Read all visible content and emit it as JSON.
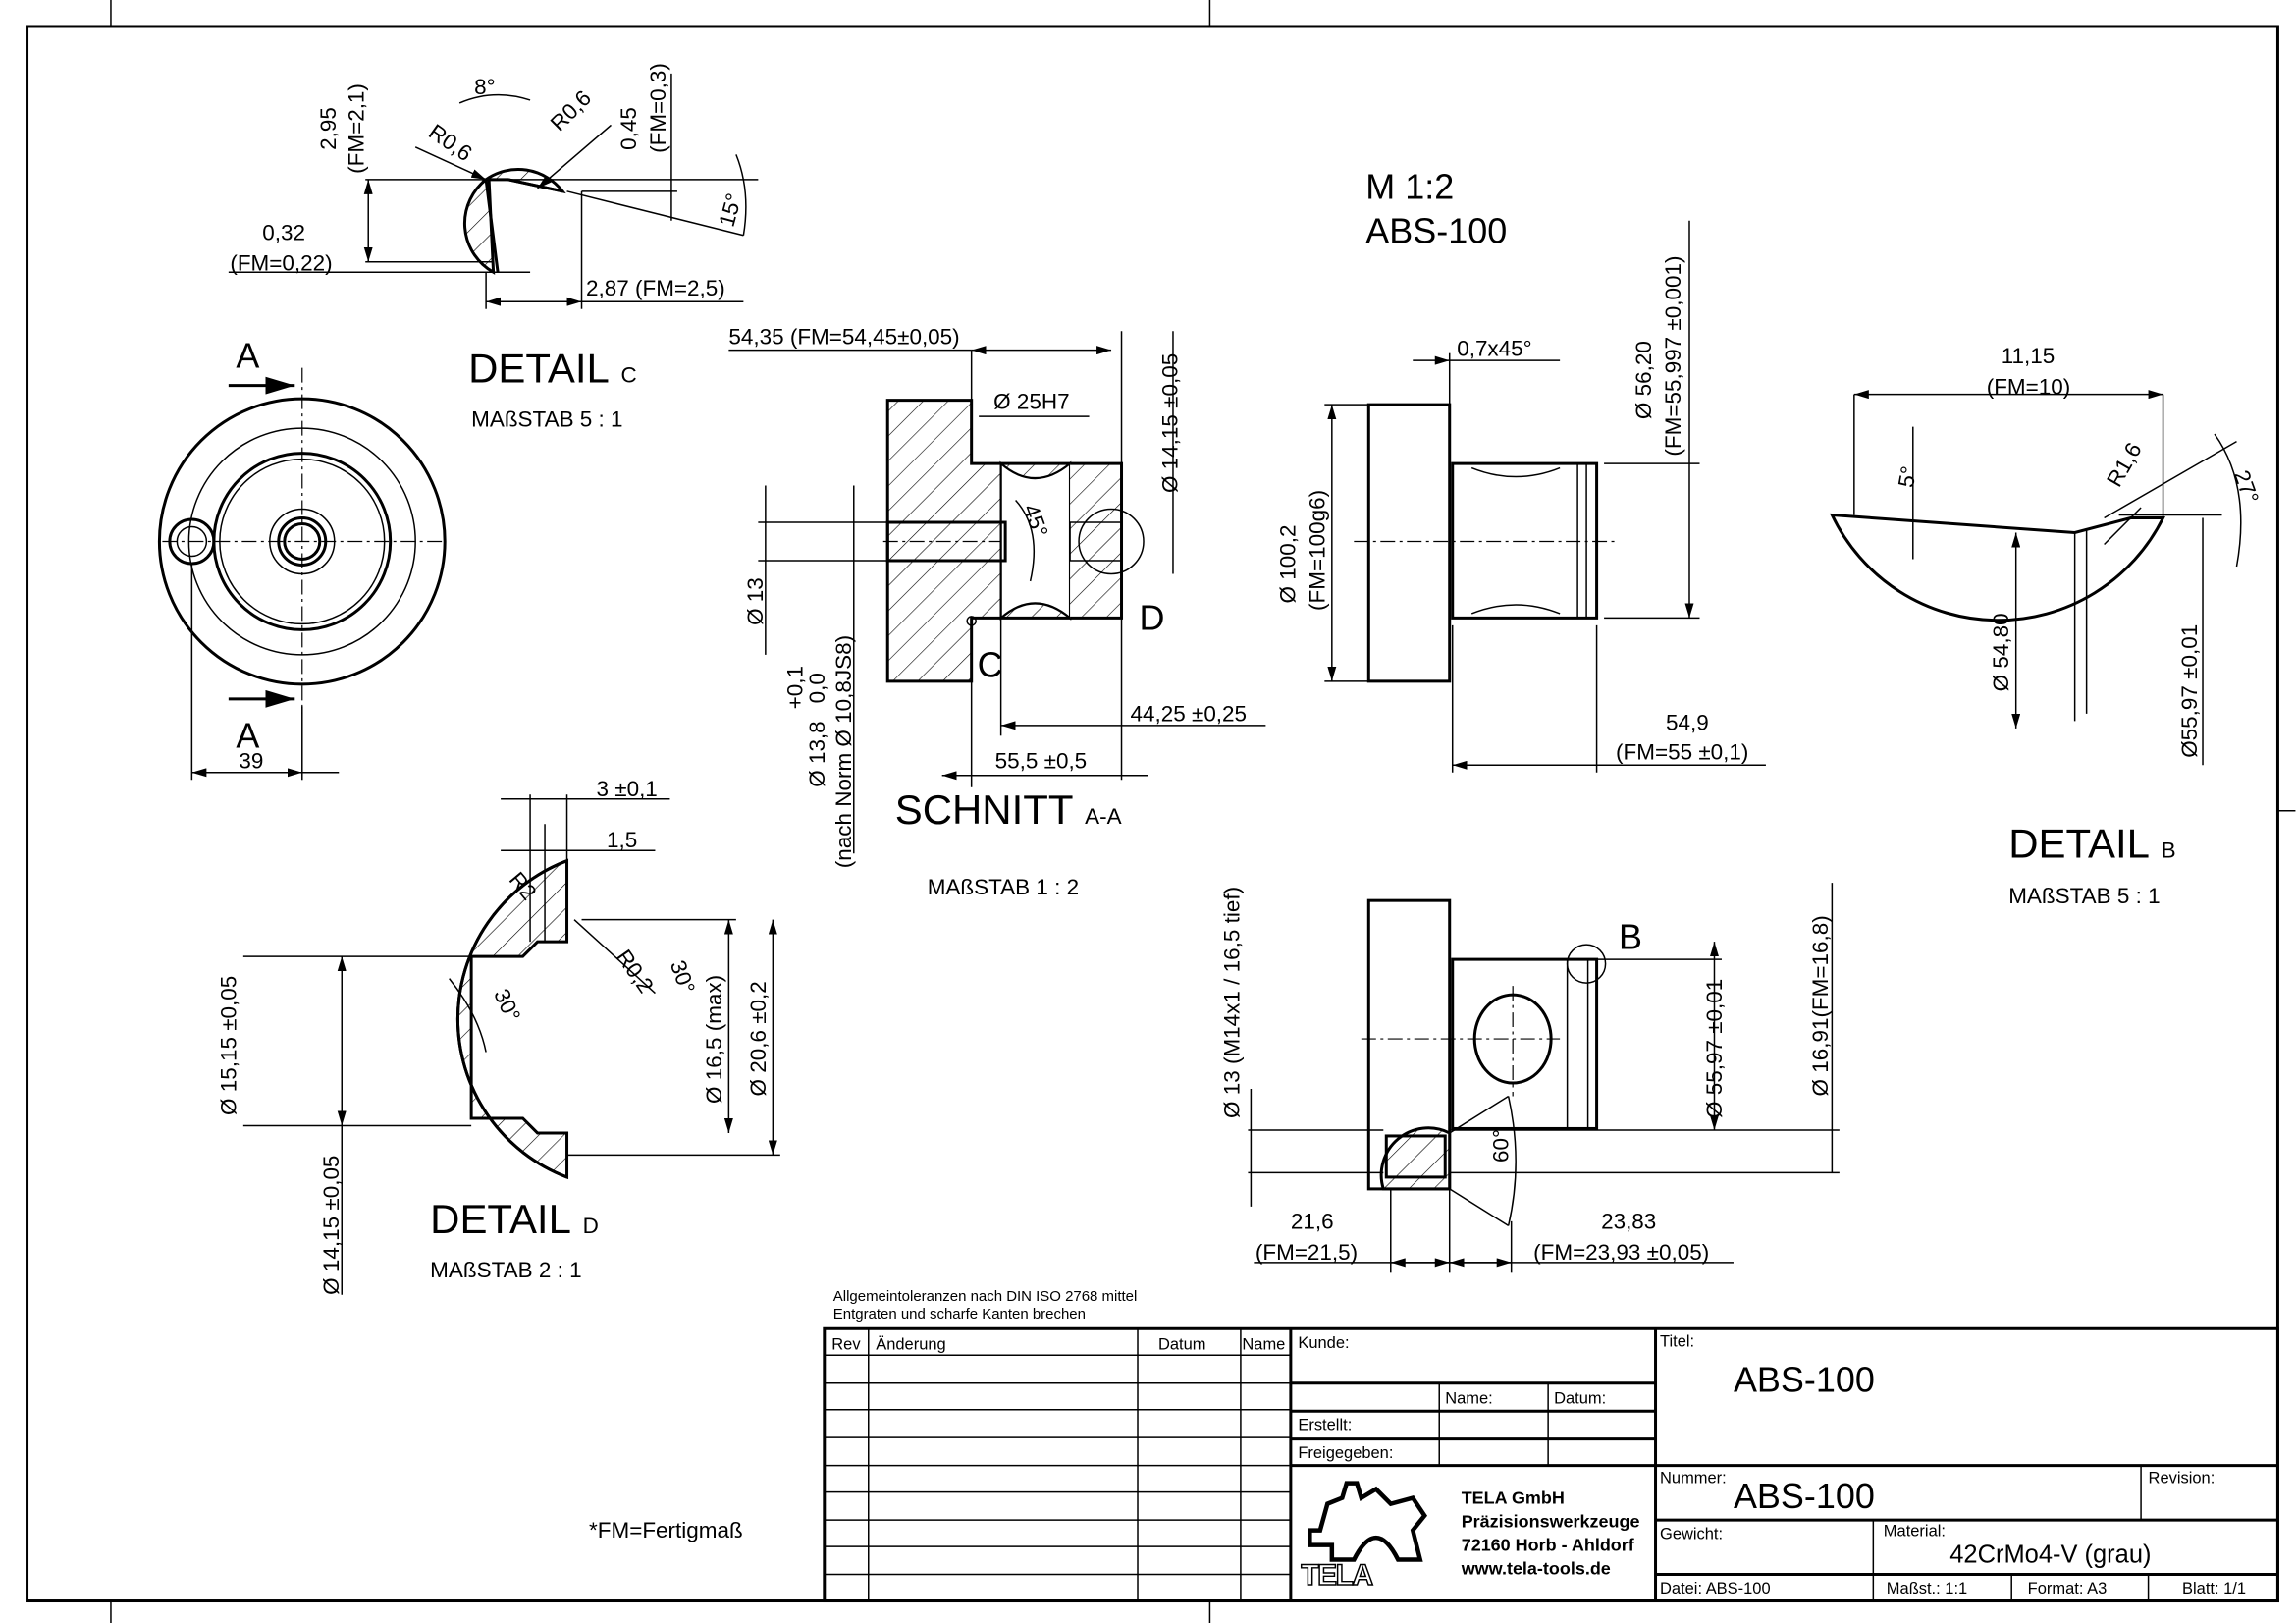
{
  "drawing": {
    "scale_note": "M 1:2",
    "part_label": "ABS-100",
    "footnote": "*FM=Fertigmaß",
    "general_notes": [
      "Allgemeintoleranzen nach DIN ISO 2768 mittel",
      "Entgraten und scharfe Kanten brechen"
    ]
  },
  "detail_c": {
    "title": "DETAIL",
    "letter": "C",
    "scale": "MAßSTAB  5 : 1",
    "dims": [
      "2,95",
      "(FM=2,1)",
      "8°",
      "R0,6",
      "R0,6",
      "0,45",
      "(FM=0,3)",
      "15°",
      "0,32",
      "(FM=0,22)",
      "2,87 (FM=2,5)"
    ]
  },
  "front_view": {
    "section_letter_top": "A",
    "section_letter_bottom": "A",
    "dim": "39"
  },
  "section_aa": {
    "title": "SCHNITT",
    "suffix": "A-A",
    "scale": "MAßSTAB  1 : 2",
    "dims": [
      "54,35 (FM=54,45±0,05)",
      "Ø 25H7",
      "Ø 14,15 ±0,05",
      "45°",
      "Ø 13",
      "Ø 13,8",
      "+0,1",
      "0,0",
      "(nach Norm Ø 10,8JS8)",
      "44,25 ±0,25",
      "55,5 ±0,5"
    ],
    "detail_marks": [
      "C",
      "D"
    ]
  },
  "main_view": {
    "dims": [
      "0,7x45°",
      "Ø 56,20",
      "(FM=55,997 ±0,001)",
      "Ø 100,2",
      "(FM=100g6)",
      "54,9",
      "(FM=55 ±0,1)"
    ]
  },
  "detail_b": {
    "title": "DETAIL",
    "letter": "B",
    "scale": "MAßSTAB  5 : 1",
    "dims": [
      "11,15",
      "(FM=10)",
      "5°",
      "R1,6",
      "27°",
      "Ø 54,80",
      "Ø55,97 ±0,01"
    ]
  },
  "detail_d": {
    "title": "DETAIL",
    "letter": "D",
    "scale": "MAßSTAB  2 : 1",
    "dims": [
      "3 ±0,1",
      "1,5",
      "R2",
      "R0,2",
      "30°",
      "30°",
      "Ø 15,15 ±0,05",
      "Ø 14,15 ±0,05",
      "Ø 16,5 (max)",
      "Ø 20,6 ±0,2"
    ]
  },
  "side_view": {
    "detail_mark": "B",
    "dims": [
      "Ø 13 (M14x1 / 16,5 tief)",
      "Ø 55,97 ±0,01",
      "Ø 16,91(FM=16,8)",
      "60°",
      "21,6",
      "(FM=21,5)",
      "23,83",
      "(FM=23,93 ±0,05)"
    ]
  },
  "title_block": {
    "rev_headers": [
      "Rev",
      "Änderung",
      "Datum",
      "Name"
    ],
    "kunde_label": "Kunde:",
    "name_label": "Name:",
    "datum_label": "Datum:",
    "erstellt_label": "Erstellt:",
    "freigegeben_label": "Freigegeben:",
    "titel_label": "Titel:",
    "titel_value": "ABS-100",
    "nummer_label": "Nummer:",
    "nummer_value": "ABS-100",
    "revision_label": "Revision:",
    "gewicht_label": "Gewicht:",
    "material_label": "Material:",
    "material_value": "42CrMo4-V (grau)",
    "datei": "Datei: ABS-100",
    "massstab": "Maßst.: 1:1",
    "format": "Format: A3",
    "blatt": "Blatt: 1/1",
    "company": {
      "logo_text": "TELA",
      "name": "TELA GmbH",
      "tagline": "Präzisionswerkzeuge",
      "address": "72160  Horb - Ahldorf",
      "web": "www.tela-tools.de"
    }
  }
}
